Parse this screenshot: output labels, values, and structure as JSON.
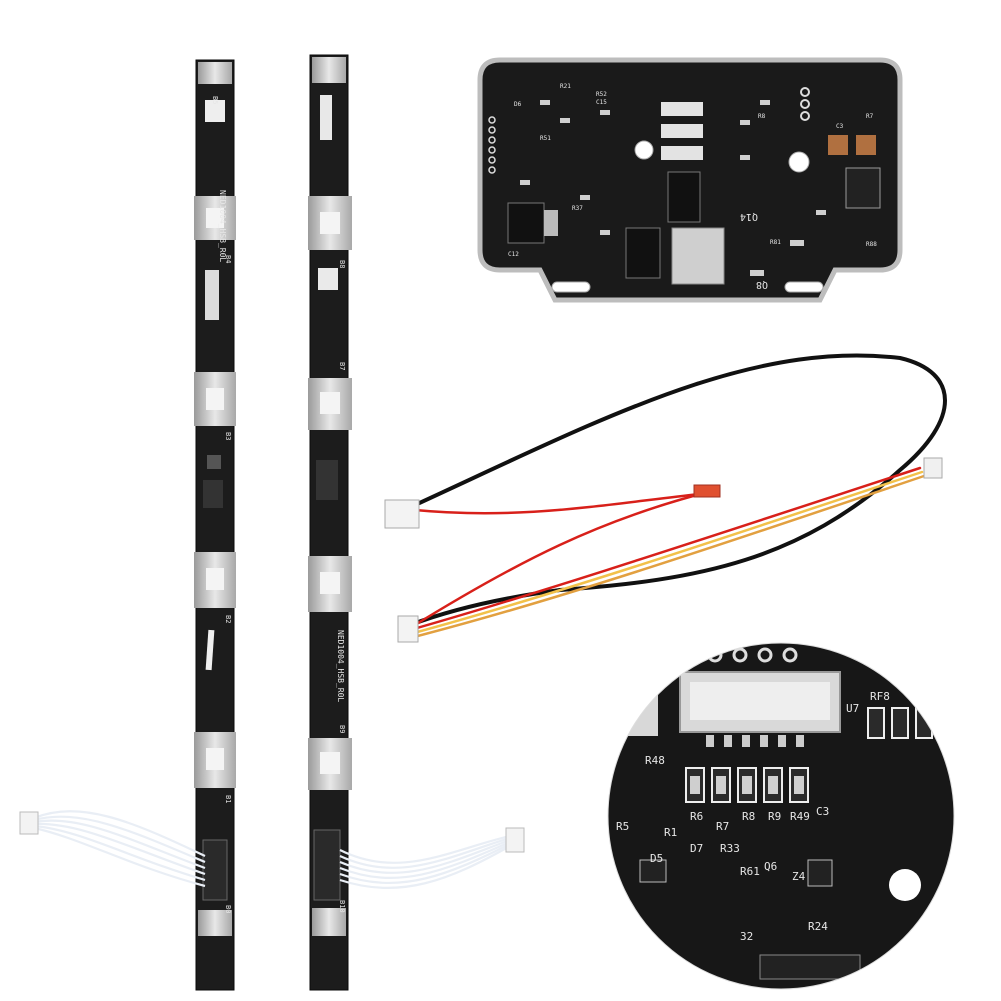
{
  "strip_left": {
    "pcb_label": "NED1004_HSB_R0L",
    "designators": [
      "B5",
      "B4",
      "B3",
      "B2",
      "B1",
      "B0"
    ]
  },
  "strip_right": {
    "pcb_label": "NED1004_HSB_R0L",
    "designators": [
      "B8",
      "B7",
      "B9",
      "B10"
    ]
  },
  "bms_board": {
    "labels": [
      "Q14",
      "Q8",
      "R21",
      "R52",
      "C15",
      "D6",
      "R51",
      "R37",
      "C12",
      "R8",
      "R81",
      "R88",
      "C3",
      "R7"
    ]
  },
  "zoom_view": {
    "labels": [
      "R48",
      "R6",
      "R7",
      "R8",
      "R9",
      "R49",
      "C3",
      "D7",
      "R33",
      "R61",
      "Q6",
      "Z4",
      "R24",
      "D5",
      "R1",
      "U7",
      "RF8",
      "32",
      "R5"
    ]
  },
  "colors": {
    "pcb": "#1c1c1c",
    "pcb_edge": "#0a0a0a",
    "nickel_tab": "#c9c9c9",
    "silkscreen": "#e6e6e6",
    "wire_red": "#d8201a",
    "wire_yellow": "#f2c14a",
    "wire_black": "#111111",
    "connector": "#f0f0f0"
  }
}
